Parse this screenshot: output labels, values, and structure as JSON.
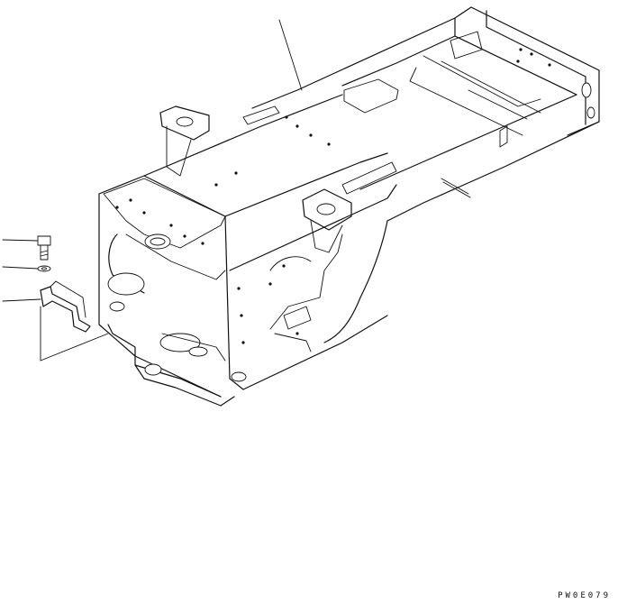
{
  "drawing": {
    "figure_code": "PW0E079",
    "parts": [
      {
        "name": "bolt"
      },
      {
        "name": "washer"
      },
      {
        "name": "bracket"
      },
      {
        "name": "frame"
      }
    ]
  }
}
